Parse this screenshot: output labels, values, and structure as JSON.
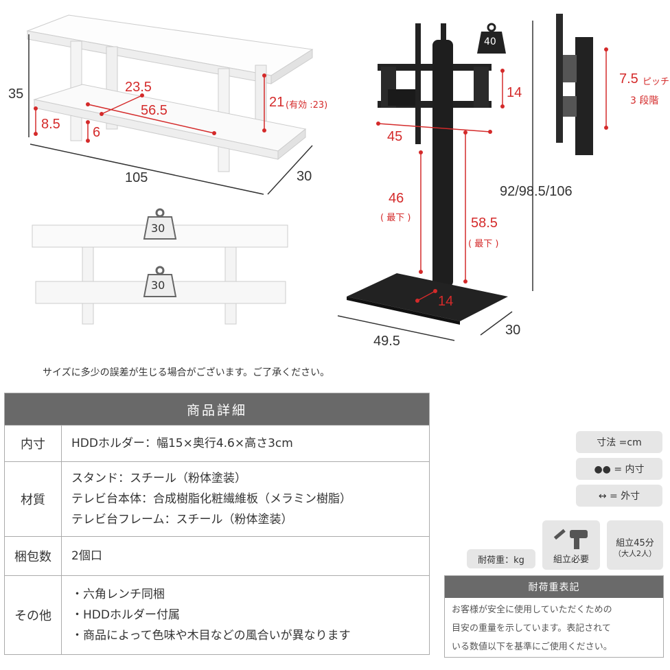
{
  "dims": {
    "rack_height": "35",
    "rack_shelf_depth": "23.5",
    "rack_inner_width": "56.5",
    "rack_inner_height": "21",
    "rack_inner_height_note": "(有効 :23)",
    "rack_bottom_gap": "8.5",
    "rack_foot": "6",
    "rack_width": "105",
    "rack_depth": "30",
    "shelf_load_top": "30",
    "shelf_load_bottom": "30",
    "stand_load": "40",
    "bracket_height": "14",
    "bracket_width": "45",
    "pitch": "7.5",
    "pitch_label": "ピッチ",
    "steps": "3 段階",
    "stand_total_height": "92/98.5/106",
    "lower_hole_height": "46",
    "lower_hole_note": "( 最下 )",
    "upper_hole_height": "58.5",
    "upper_hole_note": "( 最下 )",
    "base_offset": "14",
    "base_width": "49.5",
    "base_depth": "30"
  },
  "size_note": "サイズに多少の誤差が生じる場合がございます。ご了承ください。",
  "details": {
    "title": "商品詳細",
    "rows": [
      {
        "label": "内寸",
        "lines": [
          "HDDホルダー：幅15×奥行4.6×高さ3cm"
        ]
      },
      {
        "label": "材質",
        "lines": [
          "スタンド：スチール（粉体塗装）",
          "テレビ台本体：合成樹脂化粧繊維板（メラミン樹脂）",
          "テレビ台フレーム：スチール（粉体塗装）"
        ]
      },
      {
        "label": "梱包数",
        "lines": [
          "2個口"
        ]
      },
      {
        "label": "その他",
        "lines": [
          "・六角レンチ同梱",
          "・HDDホルダー付属",
          "・商品によって色味や木目などの風合いが異なります"
        ]
      }
    ]
  },
  "legend": {
    "unit": "寸法 =cm",
    "inner": "●● = 内寸",
    "outer": "↔ = 外寸",
    "load_label": "耐荷重：kg",
    "assembly_label": "組立必要",
    "assembly_time": "組立45分",
    "assembly_people": "（大人2人）"
  },
  "notice": {
    "title": "耐荷重表記",
    "lines": [
      "お客様が安全に使用していただくための",
      "目安の重量を示しています。表記されて",
      "いる数値以下を基準にご使用ください。"
    ]
  }
}
